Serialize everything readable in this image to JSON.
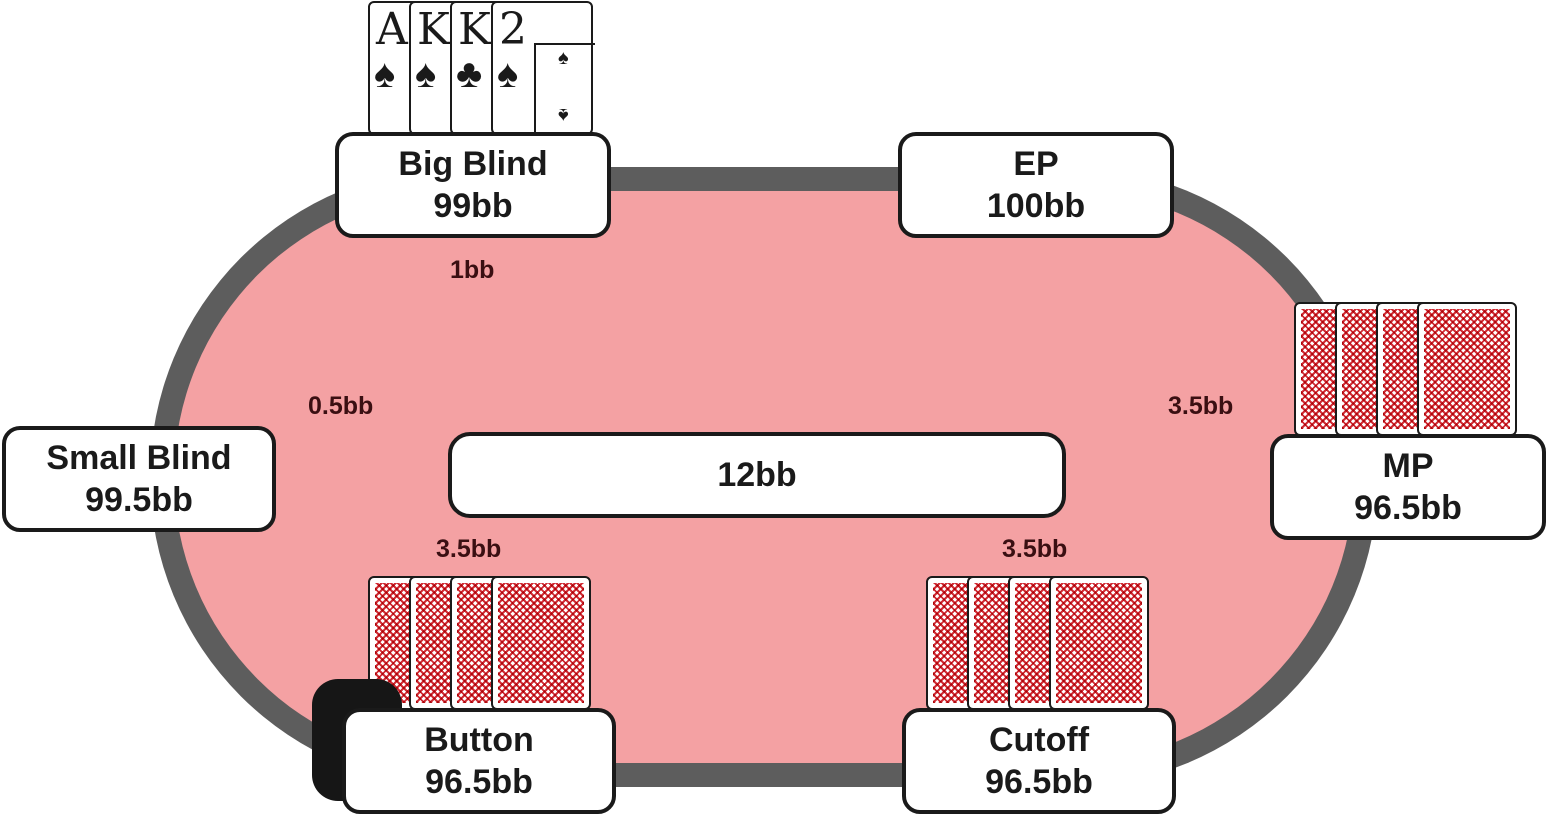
{
  "colors": {
    "felt": "#f4a1a3",
    "rail": "#5d5d5d",
    "card_back": "#d12b34",
    "outline": "#1a1a1a"
  },
  "pot": "12bb",
  "seats": {
    "big_blind": {
      "name": "Big Blind",
      "stack": "99bb",
      "bet": "1bb"
    },
    "ep": {
      "name": "EP",
      "stack": "100bb"
    },
    "small_blind": {
      "name": "Small Blind",
      "stack": "99.5bb",
      "bet": "0.5bb"
    },
    "mp": {
      "name": "MP",
      "stack": "96.5bb",
      "bet": "3.5bb"
    },
    "button": {
      "name": "Button",
      "stack": "96.5bb",
      "bet": "3.5bb"
    },
    "cutoff": {
      "name": "Cutoff",
      "stack": "96.5bb",
      "bet": "3.5bb"
    }
  },
  "hero_hand": [
    {
      "rank": "A",
      "suit": "♠"
    },
    {
      "rank": "K",
      "suit": "♠"
    },
    {
      "rank": "K",
      "suit": "♣"
    },
    {
      "rank": "2",
      "suit": "♠"
    }
  ],
  "icons": {
    "dealer_button": "dealer-button-icon",
    "card_back": "card-back-icon"
  }
}
